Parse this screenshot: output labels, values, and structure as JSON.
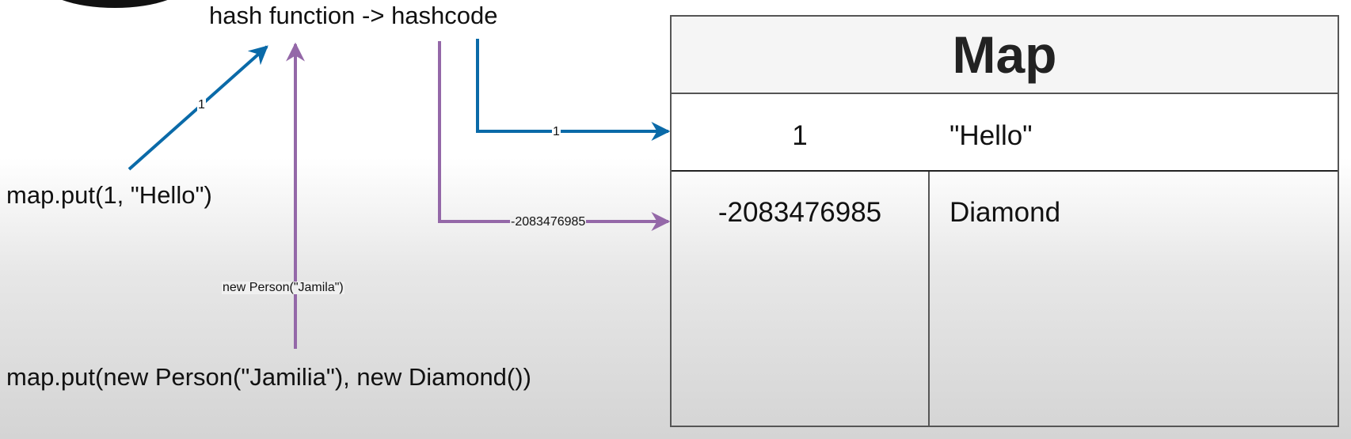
{
  "diagram": {
    "hash_label": "hash function -> hashcode",
    "put_hello": "map.put(1, \"Hello\")",
    "put_person": "map.put(new Person(\"Jamilia\"), new Diamond())",
    "edge_put_hello_label": "1",
    "edge_put_person_label": "new Person(\"Jamila\")",
    "edge_hash_to_row1_label": "1",
    "edge_hash_to_row2_label": "-2083476985",
    "colors": {
      "blue_arrow": "#0a6aa8",
      "purple_arrow": "#9468a8"
    }
  },
  "map": {
    "title": "Map",
    "rows": [
      {
        "key": "1",
        "value": "\"Hello\""
      },
      {
        "key": "-2083476985",
        "value": "Diamond"
      }
    ]
  }
}
